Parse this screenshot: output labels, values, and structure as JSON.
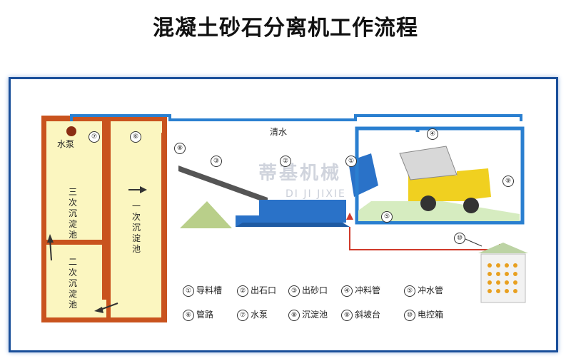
{
  "title": "混凝土砂石分离机工作流程",
  "labels": {
    "clear_water": "清水",
    "pump": "水泵",
    "tank3": "三次沉淀池",
    "tank2": "二次沉淀池",
    "tank1": "一次沉淀池",
    "watermark_cn": "蒂基机械",
    "watermark_en": "DI JI JIXIE"
  },
  "callouts": [
    "①",
    "②",
    "③",
    "④",
    "⑤",
    "⑥",
    "⑦",
    "⑧",
    "⑨",
    "⑩"
  ],
  "legend": [
    {
      "num": "①",
      "text": "导料槽"
    },
    {
      "num": "②",
      "text": "出石口"
    },
    {
      "num": "③",
      "text": "出砂口"
    },
    {
      "num": "④",
      "text": "冲料管"
    },
    {
      "num": "⑤",
      "text": "冲水管"
    },
    {
      "num": "⑥",
      "text": "管路"
    },
    {
      "num": "⑦",
      "text": "水泵"
    },
    {
      "num": "⑧",
      "text": "沉淀池"
    },
    {
      "num": "⑨",
      "text": "斜坡台"
    },
    {
      "num": "⑩",
      "text": "电控箱"
    }
  ],
  "colors": {
    "frame": "#1a4f9a",
    "pipe": "#2a7fd0",
    "tank": "#c9531e",
    "water": "#fbf6c0",
    "truck": "#f0d020",
    "machine": "#2a72c8"
  }
}
